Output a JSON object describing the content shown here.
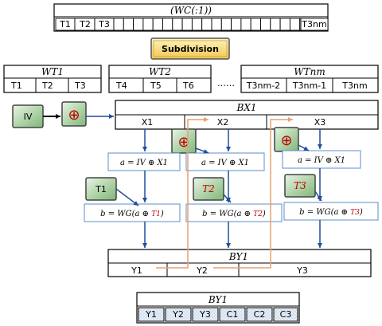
{
  "wc": {
    "title": "(WC(:1))",
    "cells": [
      "T1",
      "T2",
      "T3",
      "T3nm"
    ]
  },
  "subdivision": {
    "label": "Subdivision"
  },
  "wt": [
    {
      "title": "WT1",
      "cells": [
        "T1",
        "T2",
        "T3"
      ]
    },
    {
      "title": "WT2",
      "cells": [
        "T4",
        "T5",
        "T6"
      ]
    },
    {
      "title": "WTnm",
      "cells": [
        "T3nm-2",
        "T3nm-1",
        "T3nm"
      ]
    }
  ],
  "ellipsis": "……",
  "iv": "IV",
  "xor_symbol": "⊕",
  "bx": {
    "title": "BX1",
    "cells": [
      "X1",
      "X2",
      "X3"
    ]
  },
  "formulas_a": [
    "a = IV ⊕ X1",
    "a = IV ⊕ X1",
    "a = IV ⊕ X1"
  ],
  "keys": [
    "T1",
    "T2",
    "T3"
  ],
  "formulas_b": [
    {
      "prefix": "b = WG(a ⊕ ",
      "key": "T1",
      "suffix": ")"
    },
    {
      "prefix": "b = WG(a ⊕ ",
      "key": "T2",
      "suffix": ")"
    },
    {
      "prefix": "b = WG(a ⊕ ",
      "key": "T3",
      "suffix": ")"
    }
  ],
  "by": {
    "title": "BY1",
    "cells": [
      "Y1",
      "Y2",
      "Y3"
    ]
  },
  "by_final": {
    "title": "BY1",
    "cells": [
      "Y1",
      "Y2",
      "Y3",
      "C1",
      "C2",
      "C3"
    ]
  },
  "colors": {
    "arrow": "#1f4e9c",
    "orange": "#e8a070",
    "green": "#8fc28a",
    "gold": "#f3d36b",
    "key_red": "#c00000"
  }
}
